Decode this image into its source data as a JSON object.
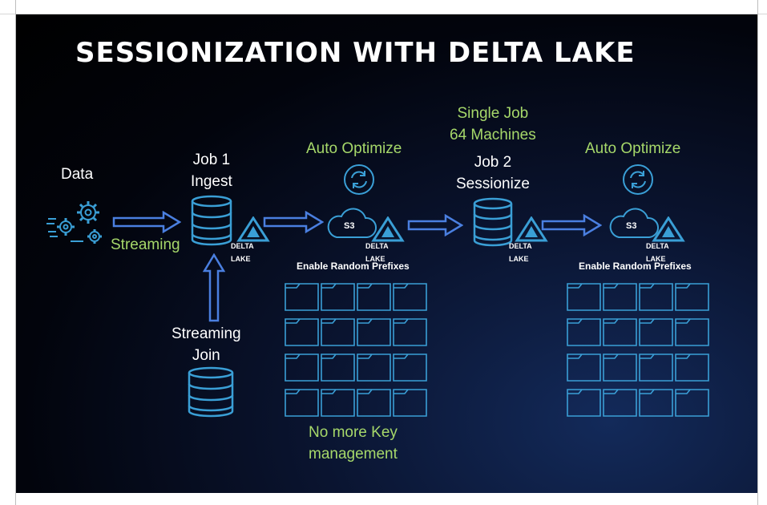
{
  "title": "SESSIONIZATION WITH DELTA LAKE",
  "labels": {
    "data": "Data",
    "streaming": "Streaming",
    "job1_line1": "Job 1",
    "job1_line2": "Ingest",
    "auto_optimize_1": "Auto Optimize",
    "single_job_line1": "Single Job",
    "single_job_line2": "64 Machines",
    "job2_line1": "Job 2",
    "job2_line2": "Sessionize",
    "auto_optimize_2": "Auto Optimize",
    "streaming_join_line1": "Streaming",
    "streaming_join_line2": "Join",
    "enable_prefixes_1": "Enable Random Prefixes",
    "enable_prefixes_2": "Enable Random Prefixes",
    "no_key_line1": "No more Key",
    "no_key_line2": "management",
    "delta_lake": "DELTA LAKE",
    "s3": "S3"
  },
  "colors": {
    "background": "#000000",
    "icon_blue": "#3a9fd6",
    "arrow_blue": "#4a7fe0",
    "accent_green": "#a6d86a",
    "text_white": "#ffffff"
  },
  "folder_grids": {
    "rows": 4,
    "cols": 4
  }
}
